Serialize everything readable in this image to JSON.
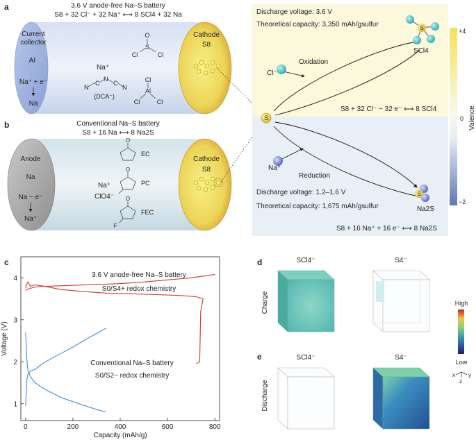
{
  "panel_labels": {
    "a": "a",
    "b": "b",
    "c": "c",
    "d": "d",
    "e": "e"
  },
  "panel_a": {
    "title": "3.6 V anode-free Na–S battery",
    "reaction": "S8 + 32 Cl⁻ + 32 Na⁺ ⟷ 8 SCl4 + 32 Na",
    "collector_label_1": "Current",
    "collector_label_2": "collector",
    "collector_material": "Al",
    "collector_reaction": "Na⁺ + e⁻",
    "collector_product": "Na",
    "cathode_label": "Cathode",
    "cathode_material": "S8",
    "ion": "Na⁺",
    "dca_label": "(DCA⁻)",
    "mol_socl2": {
      "S": "S",
      "O": "O",
      "Cl1": "Cl",
      "Cl2": "Cl"
    },
    "mol_alcl": {
      "Al": "Al",
      "Cl1": "Cl",
      "Cl2": "Cl",
      "Cl3": "Cl"
    },
    "dca": {
      "N1": "N",
      "C1": "C",
      "N2": "N",
      "C2": "C",
      "N3": "N"
    }
  },
  "panel_b": {
    "title": "Conventional Na–S battery",
    "reaction": "S8 + 16 Na ⟷ 8 Na2S",
    "anode_label": "Anode",
    "anode_material": "Na",
    "anode_reaction": "Na − e⁻",
    "anode_product": "Na⁺",
    "cathode_label": "Cathode",
    "cathode_material": "S8",
    "solvents": [
      "EC",
      "PC",
      "FEC"
    ],
    "salt_cation": "Na⁺",
    "salt_anion": "ClO4⁻",
    "ring_O": "O"
  },
  "redox": {
    "top_voltage": "Discharge voltage: 3.6 V",
    "top_capacity": "Theoretical capacity: 3,350 mAh/gsulfur",
    "oxidation": "Oxidation",
    "reagent_top": "Cl⁻",
    "product_top": "SCl4",
    "top_equation": "S8 + 32 Cl⁻ − 32 e⁻ ⟷ 8 SCl4",
    "center_atom": "S",
    "reduction": "Reduction",
    "reagent_bottom": "Na⁺",
    "bottom_voltage": "Discharge voltage: 1.2–1.6 V",
    "bottom_capacity": "Theoretical capacity: 1,675 mAh/gsulfur",
    "product_bottom": "Na2S",
    "bottom_equation": "S8 + 16 Na⁺ + 16 e⁻ ⟷ 8 Na2S",
    "valence_label": "Valence",
    "valence_ticks": [
      "+4",
      "0",
      "−2"
    ],
    "colors": {
      "top_region": "#fbf8dc",
      "bottom_region": "#e9eff7",
      "cl_ball": "#5ec5c9",
      "s_ball": "#ecd23a",
      "na_ball": "#7d8fd6"
    }
  },
  "chart_data": {
    "type": "line",
    "xlabel": "Capacity (mAh/g)",
    "ylabel": "Voltage (V)",
    "xlim": [
      -20,
      820
    ],
    "ylim": [
      0.6,
      4.5
    ],
    "xticks": [
      0,
      200,
      400,
      600,
      800
    ],
    "yticks": [
      1,
      2,
      3,
      4
    ],
    "annotations": [
      {
        "text": "3.6 V anode-free Na–S battery",
        "color": "#222222"
      },
      {
        "text": "S0/S4+ redox chemistry",
        "color": "#222222"
      },
      {
        "text": "Conventional Na–S battery",
        "color": "#222222"
      },
      {
        "text": "S0/S2− redox chemistry",
        "color": "#222222"
      }
    ],
    "series": [
      {
        "color": "#d2352b",
        "x": [
          0,
          5,
          10,
          20,
          40,
          80,
          150,
          250,
          350,
          450,
          550,
          650,
          720,
          750
        ],
        "y": [
          3.75,
          3.85,
          3.9,
          3.8,
          3.83,
          3.8,
          3.72,
          3.67,
          3.63,
          3.62,
          3.6,
          3.58,
          3.55,
          3.5
        ]
      },
      {
        "color": "#d2352b",
        "x": [
          750,
          740,
          738,
          736,
          720
        ],
        "y": [
          3.5,
          3.2,
          2.6,
          2.0,
          1.95
        ]
      },
      {
        "color": "#d2352b",
        "x": [
          0,
          5,
          20,
          50,
          100,
          200,
          300,
          400,
          500,
          600,
          700,
          800
        ],
        "y": [
          3.7,
          3.72,
          3.75,
          3.79,
          3.8,
          3.82,
          3.84,
          3.86,
          3.9,
          3.95,
          4.0,
          4.08
        ]
      },
      {
        "color": "#3f8fd6",
        "x": [
          0,
          3,
          5,
          8,
          10,
          20,
          40,
          80,
          150,
          200,
          280,
          340
        ],
        "y": [
          2.7,
          2.4,
          2.1,
          1.9,
          1.8,
          1.65,
          1.5,
          1.35,
          1.15,
          1.05,
          0.9,
          0.8
        ]
      },
      {
        "color": "#3f8fd6",
        "x": [
          0,
          3,
          6,
          10,
          20,
          40,
          70,
          100,
          150,
          200,
          260,
          340
        ],
        "y": [
          0.95,
          1.3,
          1.6,
          1.7,
          1.78,
          1.82,
          1.95,
          2.05,
          2.2,
          2.35,
          2.55,
          2.8
        ]
      }
    ]
  },
  "panel_d": {
    "col_labels": [
      "SCl4⁻",
      "S4⁻"
    ],
    "row_label": "Charge"
  },
  "panel_e": {
    "col_labels": [
      "SCl4⁻",
      "S4⁻"
    ],
    "row_label": "Discharge"
  },
  "colorbar": {
    "high": "High",
    "low": "Low"
  },
  "axes_glyph": {
    "x": "x",
    "y": "y",
    "z": "z"
  }
}
